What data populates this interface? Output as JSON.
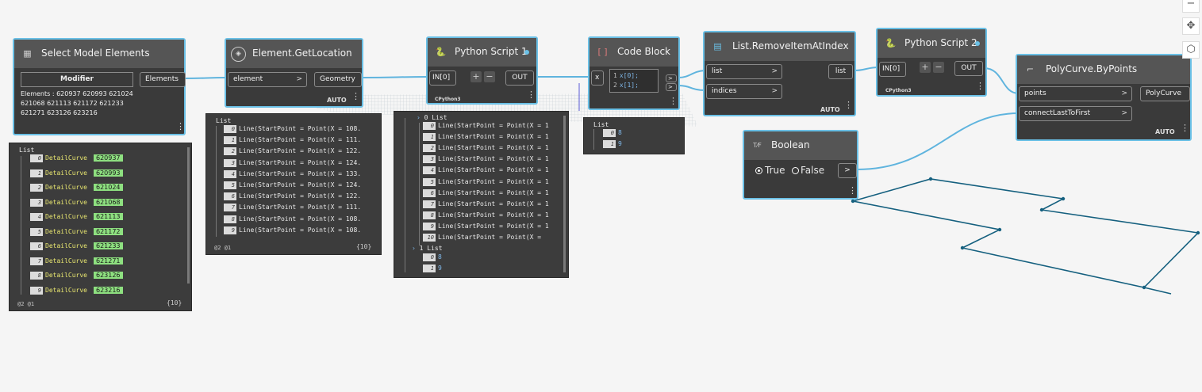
{
  "nodes": {
    "select_model": {
      "title": "Select Model Elements",
      "button": "Modifier",
      "output": "Elements",
      "text": [
        "Elements : 620937 620993 621024",
        "621068 621113 621172 621233",
        "621271 623126 623216"
      ]
    },
    "get_location": {
      "title": "Element.GetLocation",
      "input": "element",
      "output": "Geometry",
      "lacing": "AUTO"
    },
    "python1": {
      "title": "Python Script 1",
      "input": "IN[0]",
      "output": "OUT",
      "engine": "CPython3",
      "add": "+",
      "remove": "−"
    },
    "code_block": {
      "title": "Code Block",
      "input": "x",
      "lines": [
        "x[0];",
        "x[1];"
      ],
      "line_numbers": [
        "1",
        "2"
      ],
      "out": ">"
    },
    "remove_item": {
      "title": "List.RemoveItemAtIndex",
      "inputs": [
        "list",
        "indices"
      ],
      "output": "list",
      "lacing": "AUTO"
    },
    "python2": {
      "title": "Python Script 2",
      "input": "IN[0]",
      "output": "OUT",
      "engine": "CPython3",
      "add": "+",
      "remove": "−"
    },
    "polycurve": {
      "title": "PolyCurve.ByPoints",
      "inputs": [
        "points",
        "connectLastToFirst"
      ],
      "output": "PolyCurve",
      "lacing": "AUTO"
    },
    "boolean": {
      "title": "Boolean",
      "true_label": "True",
      "false_label": "False",
      "selected": "True",
      "out": ">"
    }
  },
  "previews": {
    "select": {
      "header": "List",
      "type": "DetailCurve",
      "items": [
        [
          "0",
          "620937"
        ],
        [
          "1",
          "620993"
        ],
        [
          "2",
          "621024"
        ],
        [
          "3",
          "621068"
        ],
        [
          "4",
          "621113"
        ],
        [
          "5",
          "621172"
        ],
        [
          "6",
          "621233"
        ],
        [
          "7",
          "621271"
        ],
        [
          "8",
          "623126"
        ],
        [
          "9",
          "623216"
        ]
      ],
      "footer_left": "@2 @1",
      "count": "{10}"
    },
    "location": {
      "header": "List",
      "items": [
        [
          "0",
          "Line(StartPoint = Point(X = 108."
        ],
        [
          "1",
          "Line(StartPoint = Point(X = 111."
        ],
        [
          "2",
          "Line(StartPoint = Point(X = 122."
        ],
        [
          "3",
          "Line(StartPoint = Point(X = 124."
        ],
        [
          "4",
          "Line(StartPoint = Point(X = 133."
        ],
        [
          "5",
          "Line(StartPoint = Point(X = 124."
        ],
        [
          "6",
          "Line(StartPoint = Point(X = 122."
        ],
        [
          "7",
          "Line(StartPoint = Point(X = 111."
        ],
        [
          "8",
          "Line(StartPoint = Point(X = 108."
        ],
        [
          "9",
          "Line(StartPoint = Point(X = 108."
        ]
      ],
      "footer_left": "@2 @1",
      "count": "{10}"
    },
    "python1": {
      "header0": "0 List",
      "items": [
        [
          "0",
          "Line(StartPoint = Point(X = 1"
        ],
        [
          "1",
          "Line(StartPoint = Point(X = 1"
        ],
        [
          "2",
          "Line(StartPoint = Point(X = 1"
        ],
        [
          "3",
          "Line(StartPoint = Point(X = 1"
        ],
        [
          "4",
          "Line(StartPoint = Point(X = 1"
        ],
        [
          "5",
          "Line(StartPoint = Point(X = 1"
        ],
        [
          "6",
          "Line(StartPoint = Point(X = 1"
        ],
        [
          "7",
          "Line(StartPoint = Point(X = 1"
        ],
        [
          "8",
          "Line(StartPoint = Point(X = 1"
        ],
        [
          "9",
          "Line(StartPoint = Point(X = 1"
        ],
        [
          "10",
          "Line(StartPoint = Point(X ="
        ]
      ],
      "header1": "1 List",
      "sub": [
        [
          "0",
          "8"
        ],
        [
          "1",
          "9"
        ]
      ]
    },
    "code": {
      "header": "List",
      "items": [
        [
          "0",
          "8"
        ],
        [
          "1",
          "9"
        ]
      ]
    }
  },
  "toolbar": {
    "minus": "−",
    "pan": "✥",
    "view": "⬡"
  },
  "colors": {
    "node_border": "#6ac0e6",
    "wire": "#5fb4de",
    "geometry": "#15607f",
    "highlight": "#8ee080"
  }
}
